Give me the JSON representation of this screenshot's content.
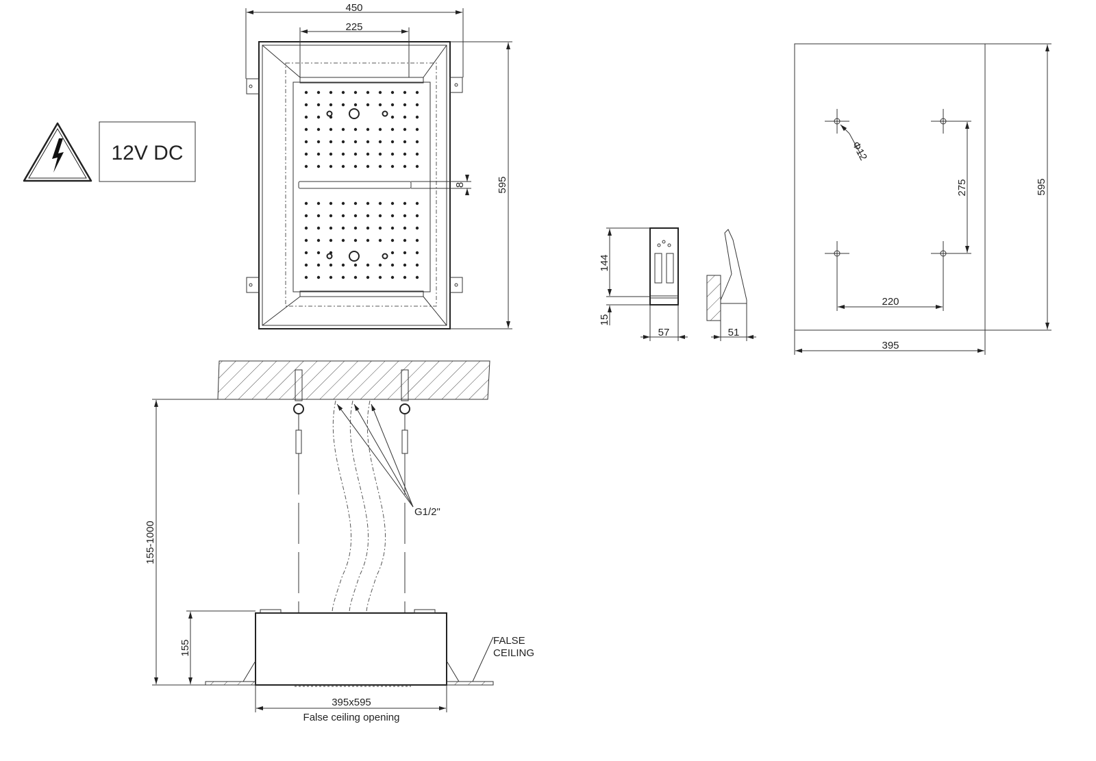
{
  "warning": {
    "voltage_label": "12V DC"
  },
  "top_view": {
    "width_outer": "450",
    "width_inner": "225",
    "height": "595",
    "gap": "8"
  },
  "bracket_view": {
    "height": "144",
    "base": "15",
    "front_width": "57",
    "side_width": "51"
  },
  "mounting_plate": {
    "hole_diameter": "Φ12",
    "hole_spacing_v": "275",
    "hole_spacing_h": "220",
    "height": "595",
    "width": "395"
  },
  "elevation": {
    "drop_range": "155-1000",
    "body_height": "155",
    "connection": "G1/2\"",
    "false_ceiling_label_1": "FALSE",
    "false_ceiling_label_2": "CEILING",
    "opening_size": "395x595",
    "opening_label": "False ceiling opening"
  }
}
